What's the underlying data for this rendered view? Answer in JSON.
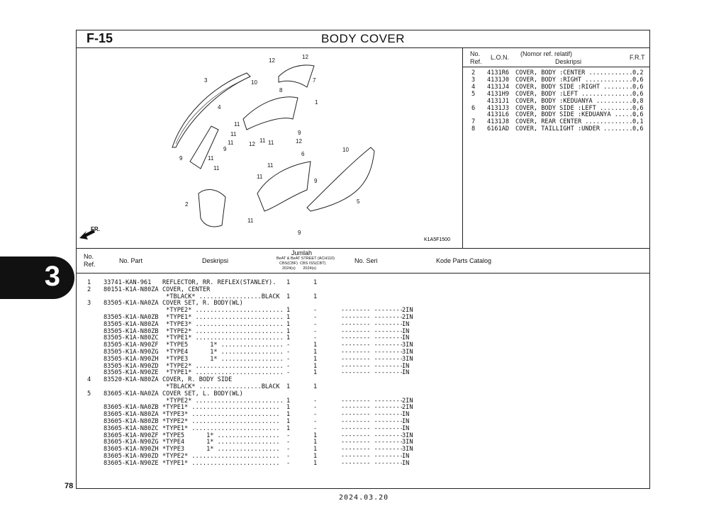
{
  "header": {
    "figure": "F-15",
    "title": "BODY COVER"
  },
  "page_number": "78",
  "section_tab": "3",
  "date": "2024.03.20",
  "diagram_code": "K1A5F1500",
  "front_marker": "FR.",
  "ref_table": {
    "head_no": "No.",
    "head_ref": "Ref.",
    "head_lon": "L.O.N.",
    "head_nomor": "(Nomor ref. relatif)",
    "head_desc": "Deskripsi",
    "head_frt": "F.R.T",
    "rows": [
      {
        "no": "2",
        "lon": "4131R6",
        "desc": "COVER, BODY :CENTER ............",
        "frt": "0,2"
      },
      {
        "no": "3",
        "lon": "4131J0",
        "desc": "COVER, BODY :RIGHT .............",
        "frt": "0,6"
      },
      {
        "no": "4",
        "lon": "4131J4",
        "desc": "COVER, BODY SIDE :RIGHT ........",
        "frt": "0,6"
      },
      {
        "no": "5",
        "lon": "4131H9",
        "desc": "COVER, BODY :LEFT ..............",
        "frt": "0,6"
      },
      {
        "no": "",
        "lon": "4131J1",
        "desc": "COVER, BODY :KEDUANYA ...........",
        "frt": "0,8"
      },
      {
        "no": "6",
        "lon": "4131J3",
        "desc": "COVER, BODY SIDE :LEFT .........",
        "frt": "0,6"
      },
      {
        "no": "",
        "lon": "4131L6",
        "desc": "COVER, BODY SIDE :KEDUANYA ......",
        "frt": "0,6"
      },
      {
        "no": "7",
        "lon": "4131J8",
        "desc": "COVER, REAR CENTER .............",
        "frt": "0,1"
      },
      {
        "no": "8",
        "lon": "6161AD",
        "desc": "COVER, TAILLIGHT :UNDER ........",
        "frt": "0,6"
      }
    ]
  },
  "parts_table": {
    "head_no": "No.",
    "head_ref": "Ref.",
    "head_part": "No. Part",
    "head_desc": "Deskripsi",
    "head_qty": "Jumlah",
    "head_model": "BeAT & BeAT STREET (ACH110)",
    "head_variants": "CBS(CBF)  CBS ISS(CBT)",
    "head_years": "2024(s)       2024(s)",
    "head_serial": "No. Seri",
    "head_catalog": "Kode Parts Catalog",
    "rows": [
      {
        "ref": "1",
        "part": "33741-KAN-961",
        "desc": "REFLECTOR, RR. REFLEX(STANLEY).",
        "q1": "1",
        "q2": "1",
        "seri": "",
        "cat": ""
      },
      {
        "ref": "2",
        "part": "80151-K1A-N80ZA",
        "desc": "COVER, CENTER",
        "q1": "",
        "q2": "",
        "seri": "",
        "cat": ""
      },
      {
        "ref": "",
        "part": "",
        "desc": " *TBLACK* .................BLACK",
        "q1": "1",
        "q2": "1",
        "seri": "",
        "cat": ""
      },
      {
        "ref": "3",
        "part": "83505-K1A-NA0ZA",
        "desc": "COVER SET, R. BODY(WL)",
        "q1": "",
        "q2": "",
        "seri": "",
        "cat": ""
      },
      {
        "ref": "",
        "part": "",
        "desc": " *TYPE2* ........................",
        "q1": "1",
        "q2": "-",
        "seri": "-------- --------",
        "cat": "2IN"
      },
      {
        "ref": "",
        "part": "83505-K1A-NA0ZB",
        "desc": " *TYPE1* ........................",
        "q1": "1",
        "q2": "-",
        "seri": "-------- --------",
        "cat": "2IN"
      },
      {
        "ref": "",
        "part": "83505-K1A-N80ZA",
        "desc": " *TYPE3* ........................",
        "q1": "1",
        "q2": "-",
        "seri": "-------- --------",
        "cat": "IN"
      },
      {
        "ref": "",
        "part": "83505-K1A-N80ZB",
        "desc": " *TYPE2* ........................",
        "q1": "1",
        "q2": "-",
        "seri": "-------- --------",
        "cat": "IN"
      },
      {
        "ref": "",
        "part": "83505-K1A-N80ZC",
        "desc": " *TYPE1* ........................",
        "q1": "1",
        "q2": "-",
        "seri": "-------- --------",
        "cat": "IN"
      },
      {
        "ref": "",
        "part": "83505-K1A-N90ZF",
        "desc": " *TYPE5      1* .................",
        "q1": "-",
        "q2": "1",
        "seri": "-------- --------",
        "cat": "3IN"
      },
      {
        "ref": "",
        "part": "83505-K1A-N90ZG",
        "desc": " *TYPE4      1* .................",
        "q1": "-",
        "q2": "1",
        "seri": "-------- --------",
        "cat": "3IN"
      },
      {
        "ref": "",
        "part": "83505-K1A-N90ZH",
        "desc": " *TYPE3      1* .................",
        "q1": "-",
        "q2": "1",
        "seri": "-------- --------",
        "cat": "3IN"
      },
      {
        "ref": "",
        "part": "83505-K1A-N90ZD",
        "desc": " *TYPE2* ........................",
        "q1": "-",
        "q2": "1",
        "seri": "-------- --------",
        "cat": "IN"
      },
      {
        "ref": "",
        "part": "83505-K1A-N90ZE",
        "desc": " *TYPE1* ........................",
        "q1": "-",
        "q2": "1",
        "seri": "-------- --------",
        "cat": "IN"
      },
      {
        "ref": "4",
        "part": "83520-K1A-N80ZA",
        "desc": "COVER, R. BODY SIDE",
        "q1": "",
        "q2": "",
        "seri": "",
        "cat": ""
      },
      {
        "ref": "",
        "part": "",
        "desc": " *TBLACK* .................BLACK",
        "q1": "1",
        "q2": "1",
        "seri": "",
        "cat": ""
      },
      {
        "ref": "5",
        "part": "83605-K1A-NA0ZA",
        "desc": "COVER SET, L. BODY(WL)",
        "q1": "",
        "q2": "",
        "seri": "",
        "cat": ""
      },
      {
        "ref": "",
        "part": "",
        "desc": " *TYPE2* ........................",
        "q1": "1",
        "q2": "-",
        "seri": "-------- --------",
        "cat": "2IN"
      },
      {
        "ref": "",
        "part": "83605-K1A-NA0ZB",
        "desc": "*TYPE1* ........................",
        "q1": "1",
        "q2": "-",
        "seri": "-------- --------",
        "cat": "2IN"
      },
      {
        "ref": "",
        "part": "83605-K1A-N80ZA",
        "desc": "*TYPE3* ........................",
        "q1": "1",
        "q2": "-",
        "seri": "-------- --------",
        "cat": "IN"
      },
      {
        "ref": "",
        "part": "83605-K1A-N80ZB",
        "desc": "*TYPE2* ........................",
        "q1": "1",
        "q2": "-",
        "seri": "-------- --------",
        "cat": "IN"
      },
      {
        "ref": "",
        "part": "83605-K1A-N80ZC",
        "desc": "*TYPE1* ........................",
        "q1": "1",
        "q2": "-",
        "seri": "-------- --------",
        "cat": "IN"
      },
      {
        "ref": "",
        "part": "83605-K1A-N90ZF",
        "desc": "*TYPE5      1* .................",
        "q1": "-",
        "q2": "1",
        "seri": "-------- --------",
        "cat": "3IN"
      },
      {
        "ref": "",
        "part": "83605-K1A-N90ZG",
        "desc": "*TYPE4      1* .................",
        "q1": "-",
        "q2": "1",
        "seri": "-------- --------",
        "cat": "3IN"
      },
      {
        "ref": "",
        "part": "83605-K1A-N90ZH",
        "desc": "*TYPE3      1* .................",
        "q1": "-",
        "q2": "1",
        "seri": "-------- --------",
        "cat": "3IN"
      },
      {
        "ref": "",
        "part": "83605-K1A-N90ZD",
        "desc": "*TYPE2* ........................",
        "q1": "-",
        "q2": "1",
        "seri": "-------- --------",
        "cat": "IN"
      },
      {
        "ref": "",
        "part": "83605-K1A-N90ZE",
        "desc": "*TYPE1* ........................",
        "q1": "-",
        "q2": "1",
        "seri": "-------- --------",
        "cat": "IN"
      }
    ]
  },
  "callouts": [
    {
      "label": "12"
    },
    {
      "label": "12"
    },
    {
      "label": "3"
    },
    {
      "label": "10"
    },
    {
      "label": "7"
    },
    {
      "label": "8"
    },
    {
      "label": "1"
    },
    {
      "label": "4"
    },
    {
      "label": "11"
    },
    {
      "label": "11"
    },
    {
      "label": "11"
    },
    {
      "label": "9"
    },
    {
      "label": "9"
    },
    {
      "label": "12"
    },
    {
      "label": "11"
    },
    {
      "label": "11"
    },
    {
      "label": "12"
    },
    {
      "label": "9"
    },
    {
      "label": "11"
    },
    {
      "label": "11"
    },
    {
      "label": "6"
    },
    {
      "label": "10"
    },
    {
      "label": "11"
    },
    {
      "label": "11"
    },
    {
      "label": "9"
    },
    {
      "label": "5"
    },
    {
      "label": "2"
    },
    {
      "label": "11"
    },
    {
      "label": "9"
    }
  ]
}
